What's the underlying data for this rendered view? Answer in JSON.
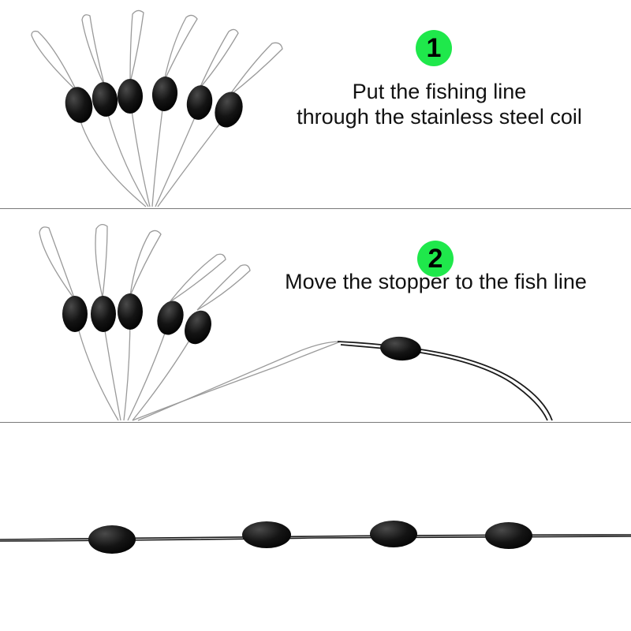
{
  "steps": [
    {
      "number": "1",
      "caption_lines": [
        "Put the fishing line",
        "through the stainless steel coil"
      ]
    },
    {
      "number": "2",
      "caption_lines": [
        "Move the stopper to the fish line"
      ]
    }
  ],
  "colors": {
    "badge": "#1fe84b",
    "stopper": "#141414",
    "wire": "#9a9a9a",
    "fishing_line": "#1a1a1a",
    "divider": "#7a7a7a"
  }
}
